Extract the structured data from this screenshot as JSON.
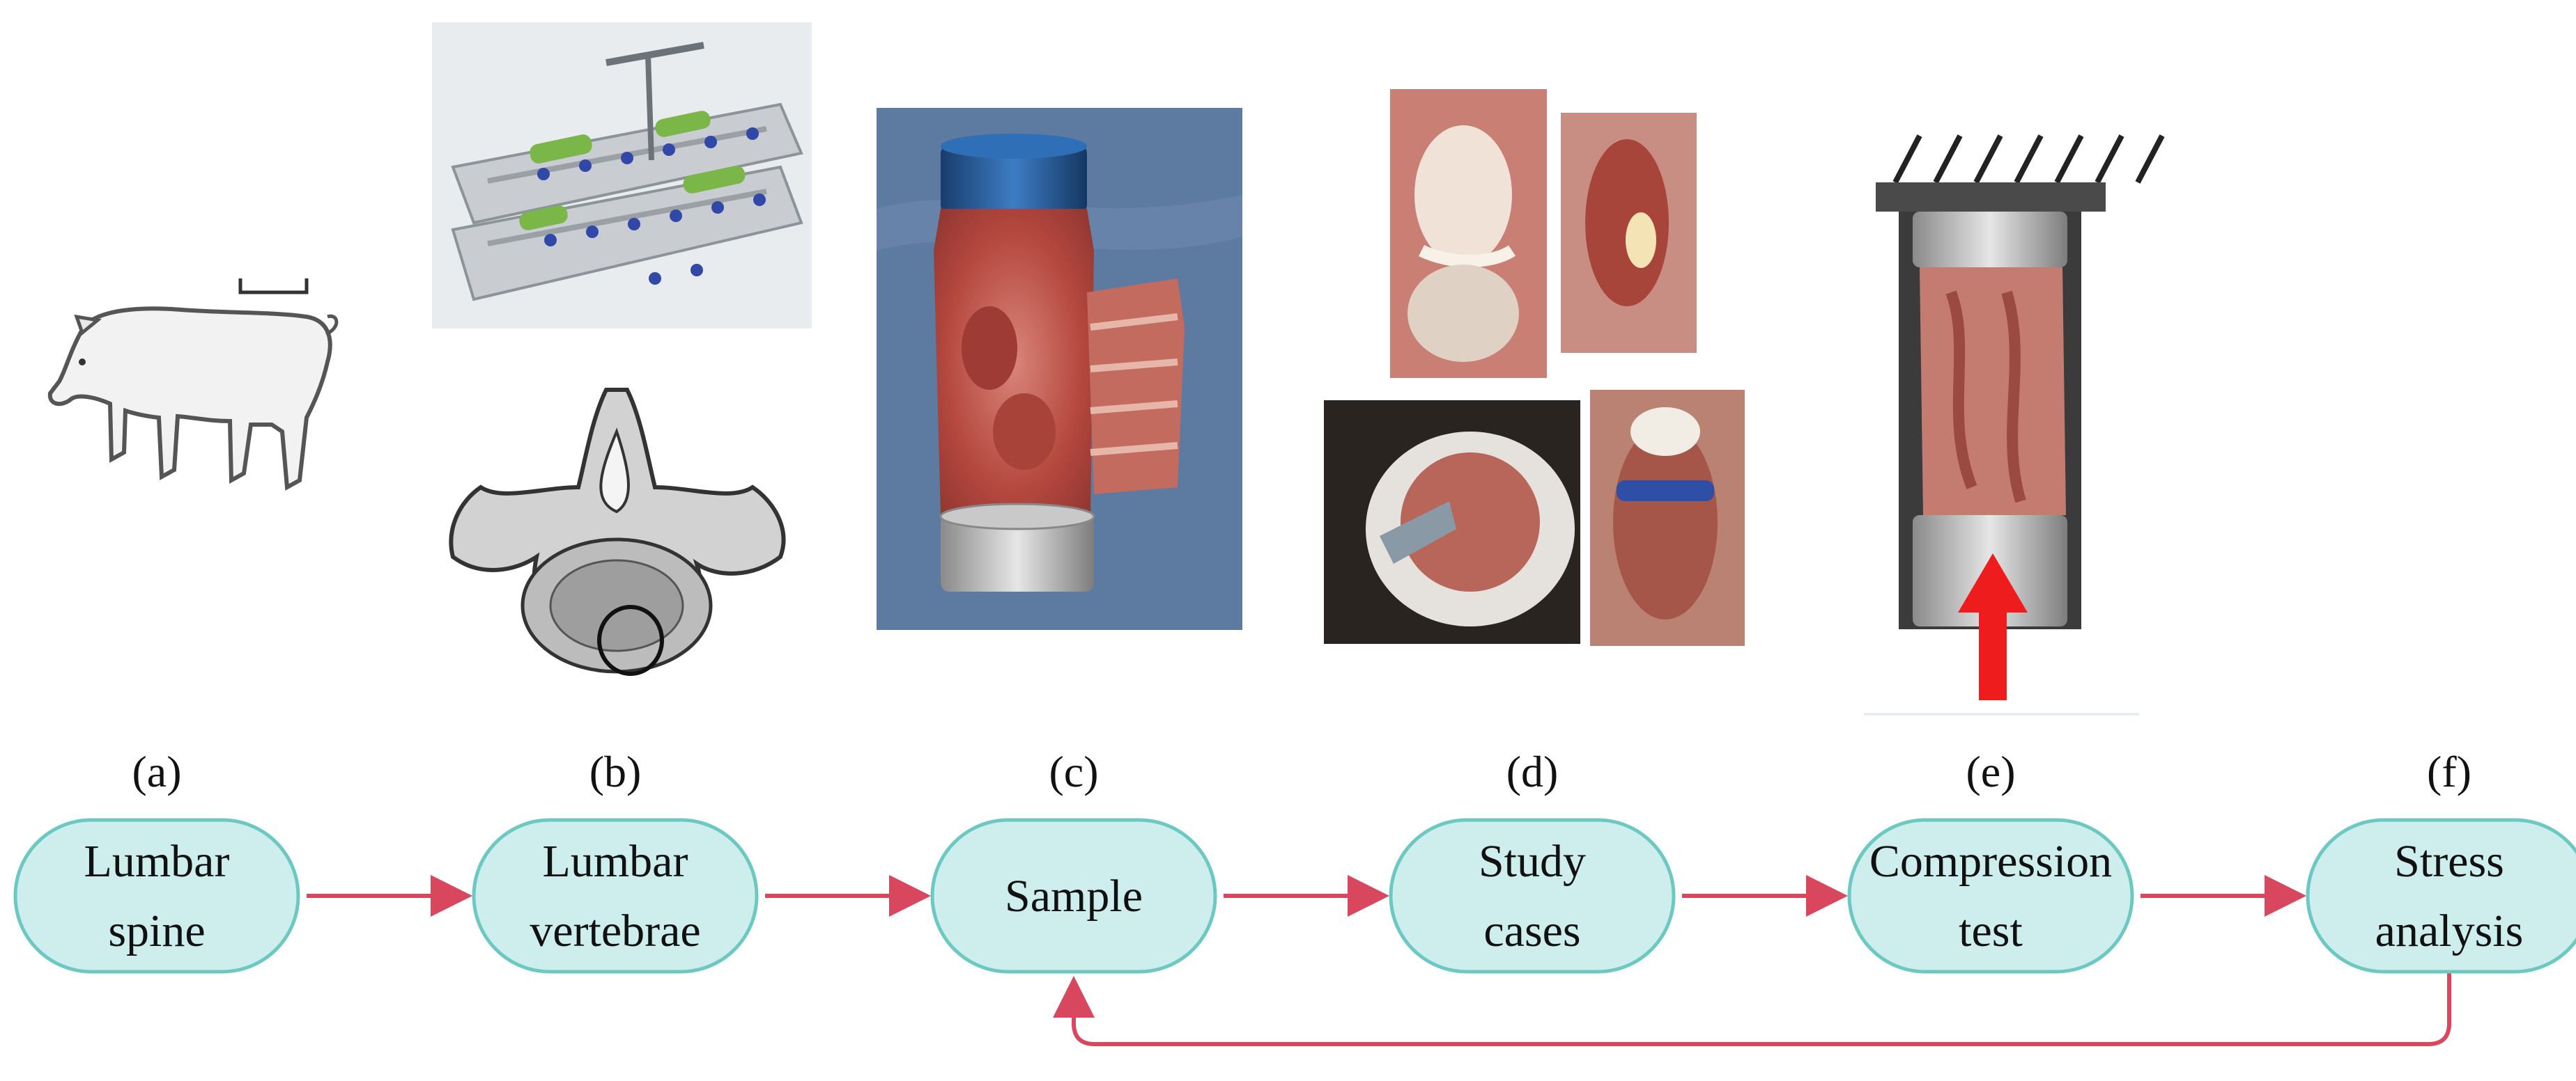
{
  "colors": {
    "node_fill": "#cdeeec",
    "node_stroke": "#6cc9c2",
    "arrow": "#d9475e",
    "bone_gray": "#a9a9a9",
    "tissue_red": "#b5483f",
    "cloth_blue": "#5d7aa0",
    "metal_blue": "#2c5f9a",
    "load_arrow_red": "#ee1c1c",
    "tray_green": "#7ab648"
  },
  "diagram": {
    "stages": [
      {
        "letter": "(a)",
        "label_lines": [
          "Lumbar",
          "spine"
        ]
      },
      {
        "letter": "(b)",
        "label_lines": [
          "Lumbar",
          "vertebrae"
        ]
      },
      {
        "letter": "(c)",
        "label_lines": [
          "Sample"
        ]
      },
      {
        "letter": "(d)",
        "label_lines": [
          "Study",
          "cases"
        ]
      },
      {
        "letter": "(e)",
        "label_lines": [
          "Compression",
          "test"
        ]
      },
      {
        "letter": "(f)",
        "label_lines": [
          "Stress",
          "analysis"
        ]
      }
    ],
    "illustrations": [
      {
        "stage": "(a)",
        "icon": "pig-outline-icon"
      },
      {
        "stage": "(b)",
        "icon": "surgical-instrument-tray-image"
      },
      {
        "stage": "(b)",
        "icon": "vertebra-axial-drawing"
      },
      {
        "stage": "(c)",
        "icon": "spine-specimen-photo"
      },
      {
        "stage": "(d)",
        "icon": "study-case-photo-grid"
      },
      {
        "stage": "(e)",
        "icon": "compression-test-schematic"
      }
    ],
    "feedback_loop": {
      "from": "(f)",
      "to": "(c)"
    }
  }
}
